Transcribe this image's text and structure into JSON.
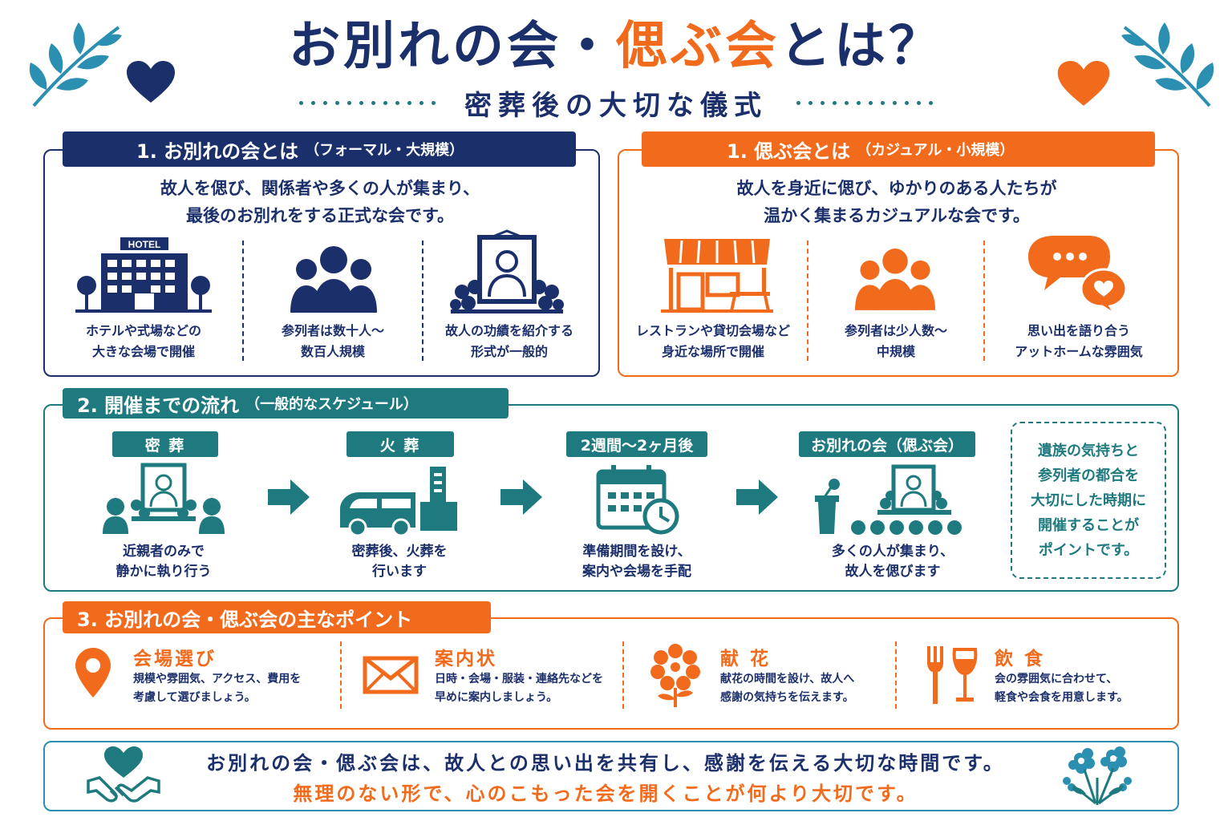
{
  "header": {
    "title_part1": "お別れの会・",
    "title_accent": "偲ぶ会",
    "title_part2": "とは？",
    "subtitle": "密葬後の大切な儀式"
  },
  "section1_farewell": {
    "tab_title": "1. お別れの会とは",
    "tab_note": "（フォーマル・大規模）",
    "lead_line1": "故人を偲び、関係者や多くの人が集まり、",
    "lead_line2": "最後のお別れをする正式な会です。",
    "features": [
      {
        "icon": "hotel-icon",
        "hotel_sign": "HOTEL",
        "line1": "ホテルや式場などの",
        "line2": "大きな会場で開催"
      },
      {
        "icon": "people-group-icon",
        "line1": "参列者は数十人〜",
        "line2": "数百人規模"
      },
      {
        "icon": "memorial-portrait-icon",
        "line1": "故人の功績を紹介する",
        "line2": "形式が一般的"
      }
    ]
  },
  "section1_memorial": {
    "tab_title": "1. 偲ぶ会とは",
    "tab_note": "（カジュアル・小規模）",
    "lead_line1": "故人を身近に偲び、ゆかりのある人たちが",
    "lead_line2": "温かく集まるカジュアルな会です。",
    "features": [
      {
        "icon": "restaurant-icon",
        "line1": "レストランや貸切会場など",
        "line2": "身近な場所で開催"
      },
      {
        "icon": "small-group-icon",
        "line1": "参列者は少人数〜",
        "line2": "中規模"
      },
      {
        "icon": "chat-bubbles-icon",
        "line1": "思い出を語り合う",
        "line2": "アットホームな雰囲気"
      }
    ]
  },
  "section2": {
    "tab_title": "2. 開催までの流れ",
    "tab_note": "（一般的なスケジュール）",
    "steps": [
      {
        "label": "密 葬",
        "icon": "private-funeral-icon",
        "line1": "近親者のみで",
        "line2": "静かに執り行う"
      },
      {
        "label": "火 葬",
        "icon": "hearse-icon",
        "line1": "密葬後、火葬を",
        "line2": "行います"
      },
      {
        "label": "2週間〜2ヶ月後",
        "icon": "calendar-clock-icon",
        "line1": "準備期間を設け、",
        "line2": "案内や会場を手配"
      },
      {
        "label": "お別れの会（偲ぶ会）",
        "icon": "ceremony-icon",
        "line1": "多くの人が集まり、",
        "line2": "故人を偲びます"
      }
    ],
    "note_lines": [
      "遺族の気持ちと",
      "参列者の都合を",
      "大切にした時期に",
      "開催することが",
      "ポイントです。"
    ]
  },
  "section3": {
    "tab_title": "3. お別れの会・偲ぶ会の主なポイント",
    "points": [
      {
        "icon": "location-pin-icon",
        "title": "会場選び",
        "line1": "規模や雰囲気、アクセス、費用を",
        "line2": "考慮して選びましょう。"
      },
      {
        "icon": "envelope-icon",
        "title": "案内状",
        "line1": "日時・会場・服装・連絡先などを",
        "line2": "早めに案内しましょう。"
      },
      {
        "icon": "flower-icon",
        "title": "献 花",
        "line1": "献花の時間を設け、故人へ",
        "line2": "感謝の気持ちを伝えます。"
      },
      {
        "icon": "fork-wine-icon",
        "title": "飲 食",
        "line1": "会の雰囲気に合わせて、",
        "line2": "軽食や会食を用意します。"
      }
    ]
  },
  "footer": {
    "line1": "お別れの会・偲ぶ会は、故人との思い出を共有し、感謝を伝える大切な時間です。",
    "line2": "無理のない形で、心のこもった会を開くことが何より大切です。"
  },
  "colors": {
    "navy": "#1b2f6b",
    "orange": "#f26b1d",
    "teal": "#1e7a7e",
    "light_blue": "#2a8fb0"
  }
}
